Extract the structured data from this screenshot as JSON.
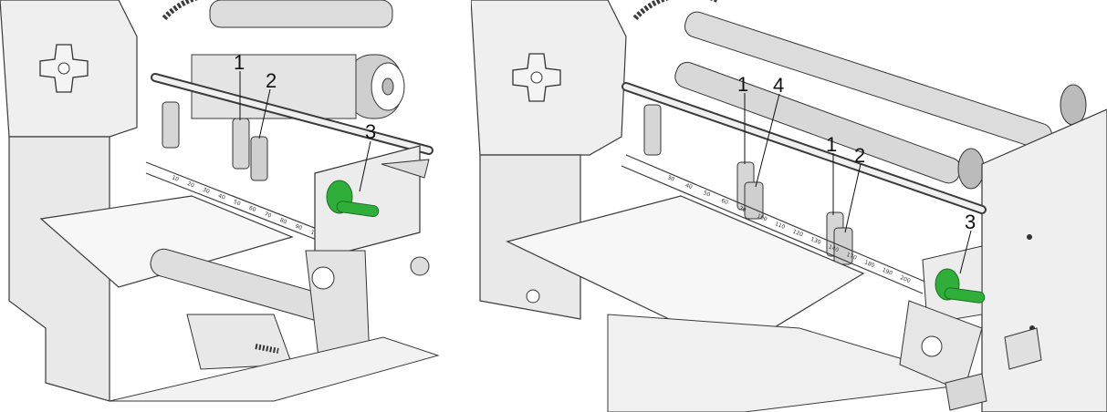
{
  "figure_left": {
    "callouts": [
      "1",
      "2",
      "3"
    ],
    "scale_ticks": [
      "10",
      "20",
      "30",
      "40",
      "50",
      "60",
      "70",
      "80",
      "90",
      "100"
    ]
  },
  "figure_right": {
    "callouts": [
      "1",
      "4",
      "1",
      "2",
      "3"
    ],
    "scale_ticks": [
      "30",
      "40",
      "50",
      "60",
      "70",
      "100",
      "110",
      "120",
      "130",
      "140",
      "170",
      "180",
      "190",
      "200"
    ]
  },
  "colors": {
    "line": "#3a3a3a",
    "metal": "#d9d9d9",
    "metal_dark": "#9a9a9a",
    "knob_accent": "#2fae3a",
    "paper": "#f7f7f7"
  },
  "icons": [
    "control-keypad-icon",
    "media-roll-icon",
    "tension-knob-icon"
  ]
}
